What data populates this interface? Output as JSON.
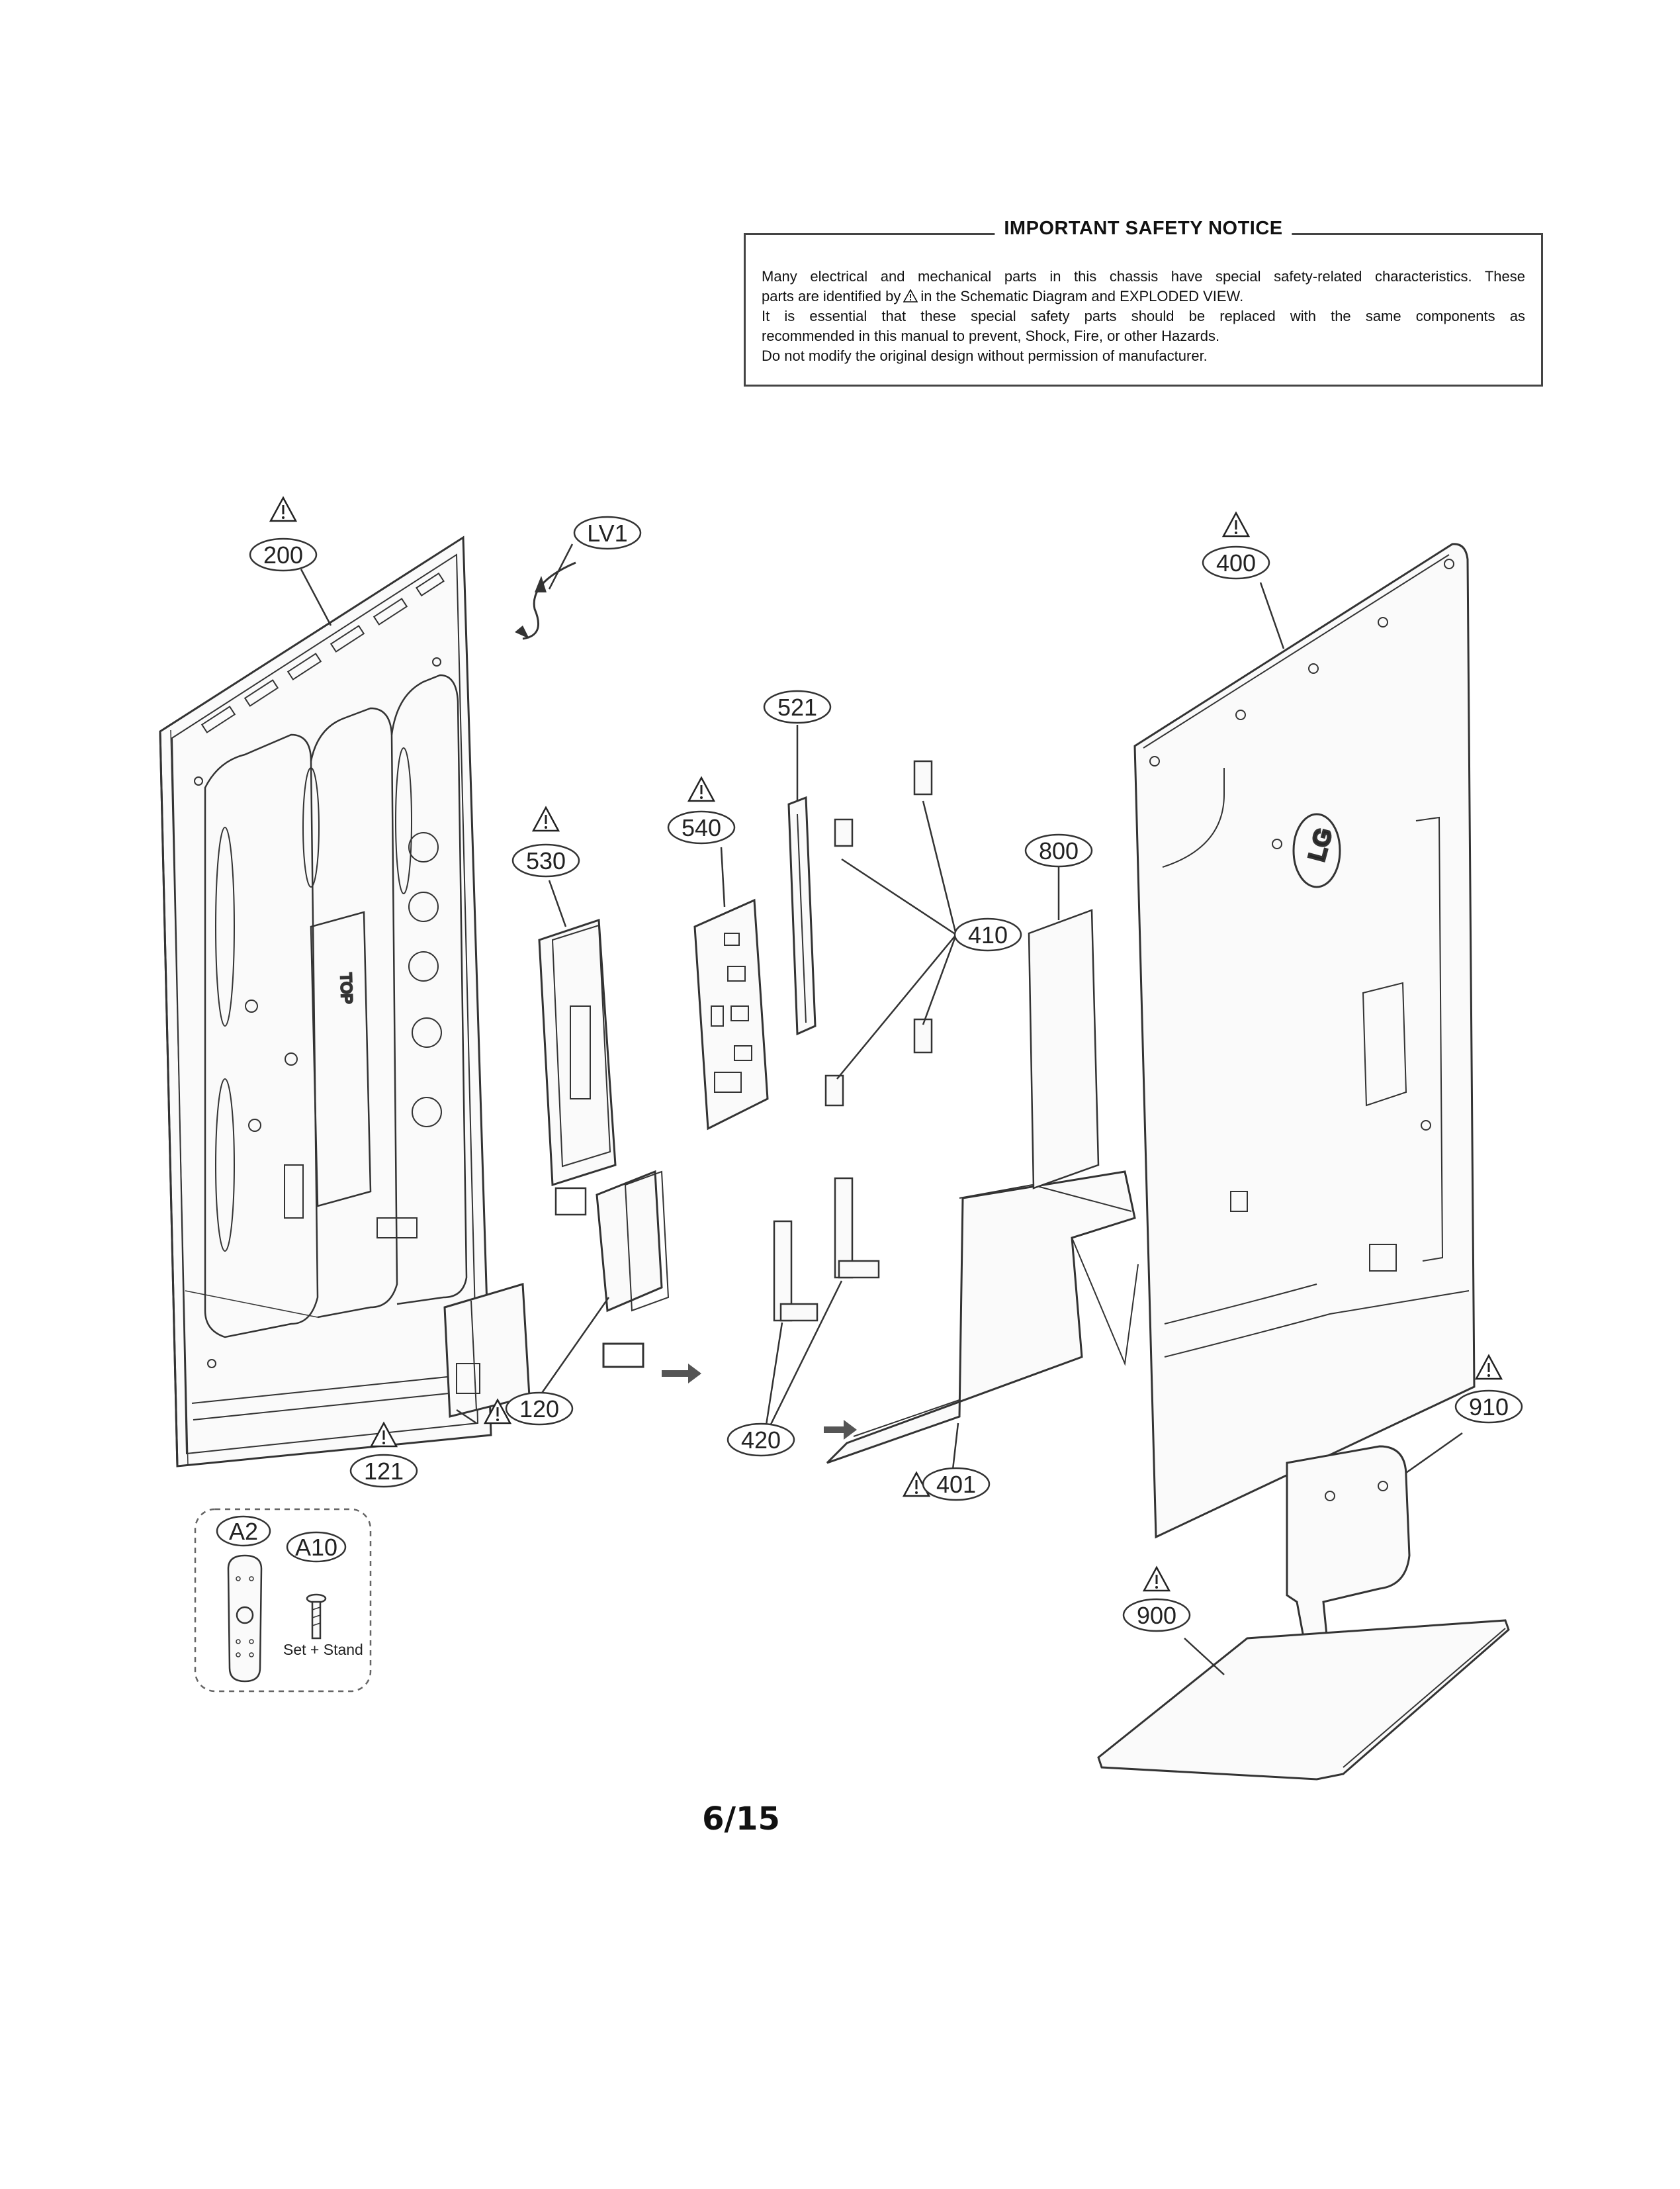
{
  "notice": {
    "title": "IMPORTANT SAFETY NOTICE",
    "line1": "Many electrical and mechanical parts in this chassis have special safety-related characteristics. These",
    "line2a": "parts are identified by",
    "line2b": "in the Schematic Diagram and EXPLODED VIEW.",
    "line3": "It is essential that these special safety parts should be replaced with the same components as",
    "line4": "recommended in this manual to prevent, Shock, Fire, or other Hazards.",
    "line5": "Do not modify the original design without permission of manufacturer."
  },
  "callouts": {
    "c200": "200",
    "lv1": "LV1",
    "c400": "400",
    "c521": "521",
    "c540": "540",
    "c530": "530",
    "c800": "800",
    "c410": "410",
    "c120": "120",
    "c121": "121",
    "c420": "420",
    "c401": "401",
    "c910": "910",
    "c900": "900",
    "a2": "A2",
    "a10": "A10"
  },
  "accessory_note": "Set + Stand",
  "page_number": "6/15",
  "icons": {
    "safety": "warning-triangle-icon",
    "rotate": "rotate-arrow-icon"
  }
}
